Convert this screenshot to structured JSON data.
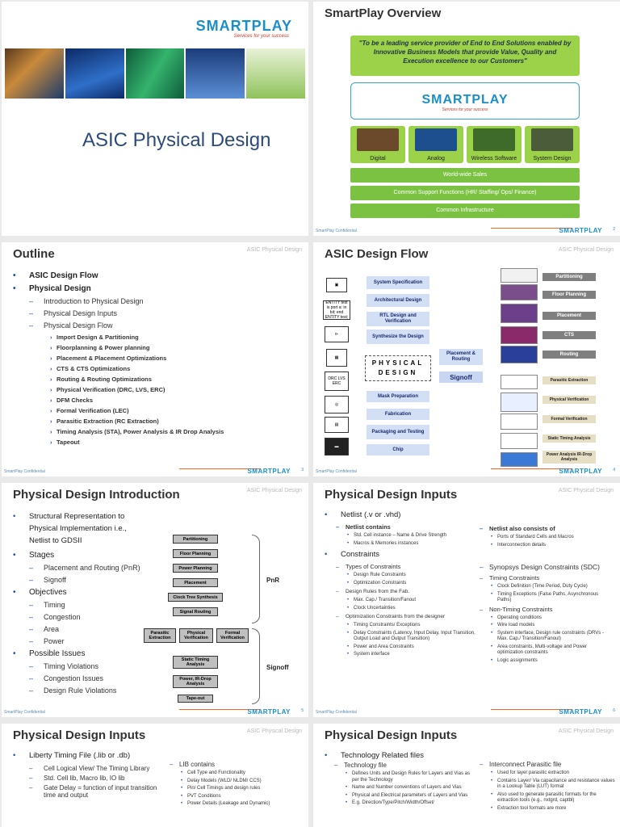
{
  "brand": {
    "smart": "SMART",
    "play": "PLAY",
    "tagline": "Services for your success",
    "blue": "#1a8ec9",
    "orange": "#f26522"
  },
  "footer": {
    "confidential": "SmartPlay Confidential",
    "logo": "SMARTPLAY"
  },
  "slide1": {
    "title": "ASIC Physical Design"
  },
  "slide2": {
    "title": "SmartPlay Overview",
    "vision": "\"To be a leading service provider of End to End Solutions enabled by Innovative Business Models that provide Value, Quality and Execution excellence to our Customers\"",
    "tiles": [
      "Digital",
      "Analog",
      "Wireless Software",
      "System Design"
    ],
    "bars": [
      "World-wide Sales",
      "Common Support Functions (HR/ Staffing/ Ops/ Finance)",
      "Common Infrastructure"
    ],
    "page": "2"
  },
  "slide3": {
    "title": "Outline",
    "header": "ASIC Physical Design",
    "items": {
      "a": "ASIC Design Flow",
      "b": "Physical Design",
      "c1": "Introduction to Physical Design",
      "c2": "Physical Design Inputs",
      "c3": "Physical Design Flow",
      "d": [
        "Import Design & Partitioning",
        "Floorplanning & Power planning",
        "Placement & Placement Optimizations",
        "CTS & CTS Optimizations",
        "Routing & Routing Optimizations",
        "Physical Verification (DRC, LVS, ERC)",
        "DFM Checks",
        "Formal Verification (LEC)",
        "Parasitic Extraction (RC Extraction)",
        "Timing Analysis (STA), Power Analysis & IR Drop Analysis",
        "Tapeout"
      ]
    },
    "page": "3"
  },
  "slide4": {
    "title": "ASIC Design Flow",
    "header": "ASIC Physical Design",
    "flow": [
      "System Specification",
      "Architectural Design",
      "RTL Design and Verification",
      "Synthesize the Design",
      "Mask Preparation",
      "Fabrication",
      "Packaging and Testing",
      "Chip"
    ],
    "physical": "PHYSICAL DESIGN",
    "placement": "Placement & Routing",
    "signoff": "Signoff",
    "right_gray": [
      "Partitioning",
      "Floor Planning",
      "Placement",
      "CTS",
      "Routing"
    ],
    "right_tan": [
      "Parasitic Extraction",
      "Physical Verification",
      "Formal Verification",
      "Static Timing Analysis",
      "Power Analysis IR-Drop Analysis"
    ],
    "left_icons": [
      "ENTITY test is port a: in bit; end ENTITY test;",
      "DRC LVS ERC"
    ],
    "page": "4"
  },
  "slide5": {
    "title": "Physical Design Introduction",
    "header": "ASIC Physical Design",
    "b1": "Structural Representation to Physical Implementation i.e., Netlist to GDSII",
    "stages": "Stages",
    "stage_items": [
      "Placement and Routing (PnR)",
      "Signoff"
    ],
    "objectives": "Objectives",
    "objective_items": [
      "Timing",
      "Congestion",
      "Area",
      "Power"
    ],
    "issues": "Possible Issues",
    "issue_items": [
      "Timing Violations",
      "Congestion Issues",
      "Design Rule Violations"
    ],
    "flow": [
      "Partitioning",
      "Floor Planning",
      "Power Planning",
      "Placement",
      "Clock Tree Synthesis",
      "Signal Routing"
    ],
    "signoff_row": [
      "Parasitic Extraction",
      "Physical Verification",
      "Formal Verification"
    ],
    "bottom": [
      "Static Timing Analysis",
      "Power, IR-Drop Analysis",
      "Tape-out"
    ],
    "pnr": "PnR",
    "signoff": "Signoff",
    "page": "5"
  },
  "slide6": {
    "title": "Physical Design Inputs",
    "header": "ASIC Physical Design",
    "netlist": "Netlist (.v or .vhd)",
    "netlist_contains": "Netlist contains",
    "netlist_items": [
      "Std. Cell instance – Name & Drive Strength",
      "Macros & Memories instances"
    ],
    "netlist_also": "Netlist also consists of",
    "netlist_also_items": [
      "Ports of Standard Cells and Macros",
      "Interconnection details"
    ],
    "constraints": "Constraints",
    "types": "Types of Constraints",
    "types_items": [
      "Design Rule Constraints",
      "Optimization Constraints"
    ],
    "design_rules": "Design Rules from the Fab.",
    "design_rules_items": [
      "Max. Cap./ Transition/Fanout",
      "Clock Uncertainties"
    ],
    "opt_from": "Optimization Constraints from the designer",
    "opt_items": [
      "Timing Constraints/ Exceptions",
      "Delay Constraints (Latency, Input Delay, Input Transition, Output Load and Output Transition)",
      "Power and Area Constraints",
      "System interface"
    ],
    "sdc": "Synopsys Design Constraints (SDC)",
    "timing": "Timing Constraints",
    "timing_items": [
      "Clock Definition (Time Period, Duty Cycle)",
      "Timing Exceptions (False Paths, Asynchronous Paths)"
    ],
    "nontiming": "Non-Timing Constraints",
    "nontiming_items": [
      "Operating conditions",
      "Wire load models",
      "System interface, Design rule constraints (DRVs - Max. Cap./ Transition/Fanout)",
      "Area constraints, Multi-voltage and Power optimization constraints",
      "Logic assignments"
    ],
    "page": "6"
  },
  "slide7": {
    "title": "Physical Design Inputs",
    "header": "ASIC Physical Design",
    "liberty": "Liberty Timing File (.lib or .db)",
    "items": [
      "Cell Logical View/ The Timing Library",
      "Std. Cell lib, Macro lib, IO lib",
      "Gate Delay = function of input transition time and output"
    ],
    "lib_contains": "LIB contains",
    "lib_items": [
      "Cell Type and Functionality",
      "Delay Models (WLD/ NLDM/ CCS)",
      "Pin/ Cell Timings and design rules",
      "PVT Conditions",
      "Power Details (Leakage and Dynamic)"
    ]
  },
  "slide8": {
    "title": "Physical Design Inputs",
    "header": "ASIC Physical Design",
    "tech": "Technology Related files",
    "techfile": "Technology file",
    "tech_items": [
      "Defines Units and Design Rules for Layers and Vias as per the Technology",
      "Name and Number conventions of Layers and Vias",
      "Physical and Electrical parameters of Layers and Vias",
      "E.g. Direction/Type/Pitch/Width/Offset/"
    ],
    "ipf": "Interconnect Parasitic file",
    "ipf_items": [
      "Used for layer parasitic extraction",
      "Contains Layer/ Via capacitance and resistance values in a Lookup Table (LUT) format",
      "Also used to generate parasitic formats for the extraction tools (e.g., nxtgrd, captbl)",
      "Extraction tool formats are more"
    ]
  }
}
